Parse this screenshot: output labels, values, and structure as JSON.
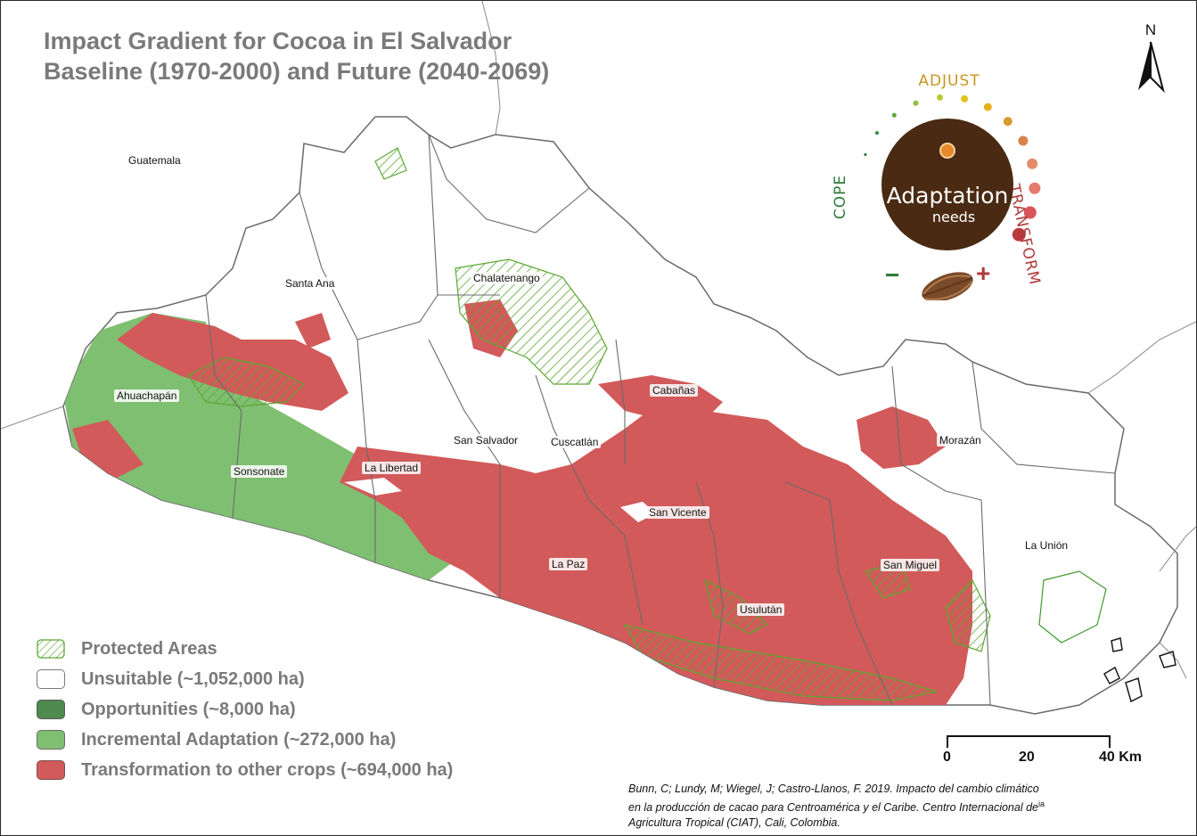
{
  "title": {
    "line1": "Impact Gradient for Cocoa in El Salvador",
    "line2": "Baseline (1970-2000) and Future (2040-2069)"
  },
  "north_arrow": {
    "letter": "N"
  },
  "adaptation_wheel": {
    "top_label": "ADJUST",
    "left_label": "COPE",
    "right_label": "TRANSFORM",
    "center_main": "Adaptation",
    "center_sub": "needs",
    "minus_sign": "−",
    "plus_sign": "+",
    "dot_colors": [
      "#1a6b2a",
      "#2e8a34",
      "#5aa93c",
      "#8cbf3a",
      "#b9c930",
      "#e0c21c",
      "#e6b21a",
      "#d99a2e",
      "#d9834a",
      "#e38a6a",
      "#e47a6f",
      "#d9555a",
      "#b8393e"
    ]
  },
  "regions": {
    "neighbor": "Guatemala",
    "departments": [
      "Santa Ana",
      "Chalatenango",
      "Ahuachapán",
      "Cabañas",
      "San Salvador",
      "Cuscatlán",
      "Morazán",
      "Sonsonate",
      "La Libertad",
      "San Vicente",
      "La Unión",
      "La Paz",
      "San Miguel",
      "Usulután"
    ]
  },
  "legend": {
    "items": [
      {
        "label": "Protected Areas",
        "kind": "hatch",
        "color": "#5aa832"
      },
      {
        "label": "Unsuitable (~1,052,000 ha)",
        "kind": "fill",
        "color": "#ffffff"
      },
      {
        "label": "Opportunities (~8,000 ha)",
        "kind": "fill",
        "color": "#4f8a4f"
      },
      {
        "label": "Incremental Adaptation (~272,000 ha)",
        "kind": "fill",
        "color": "#7fbf72"
      },
      {
        "label": "Transformation to other crops (~694,000 ha)",
        "kind": "fill",
        "color": "#d25a5a"
      }
    ]
  },
  "scale_bar": {
    "ticks": [
      "0",
      "20",
      "40 Km"
    ]
  },
  "citation": {
    "line1": "Bunn, C; Lundy, M; Wiegel, J; Castro-Llanos, F. 2019. Impacto del cambio climático",
    "line2": "en la producción de cacao para Centroamérica y el Caribe. Centro Internacional de",
    "line3": "Agricultura Tropical (CIAT), Cali, Colombia.",
    "overflow_fragment": "ia"
  }
}
